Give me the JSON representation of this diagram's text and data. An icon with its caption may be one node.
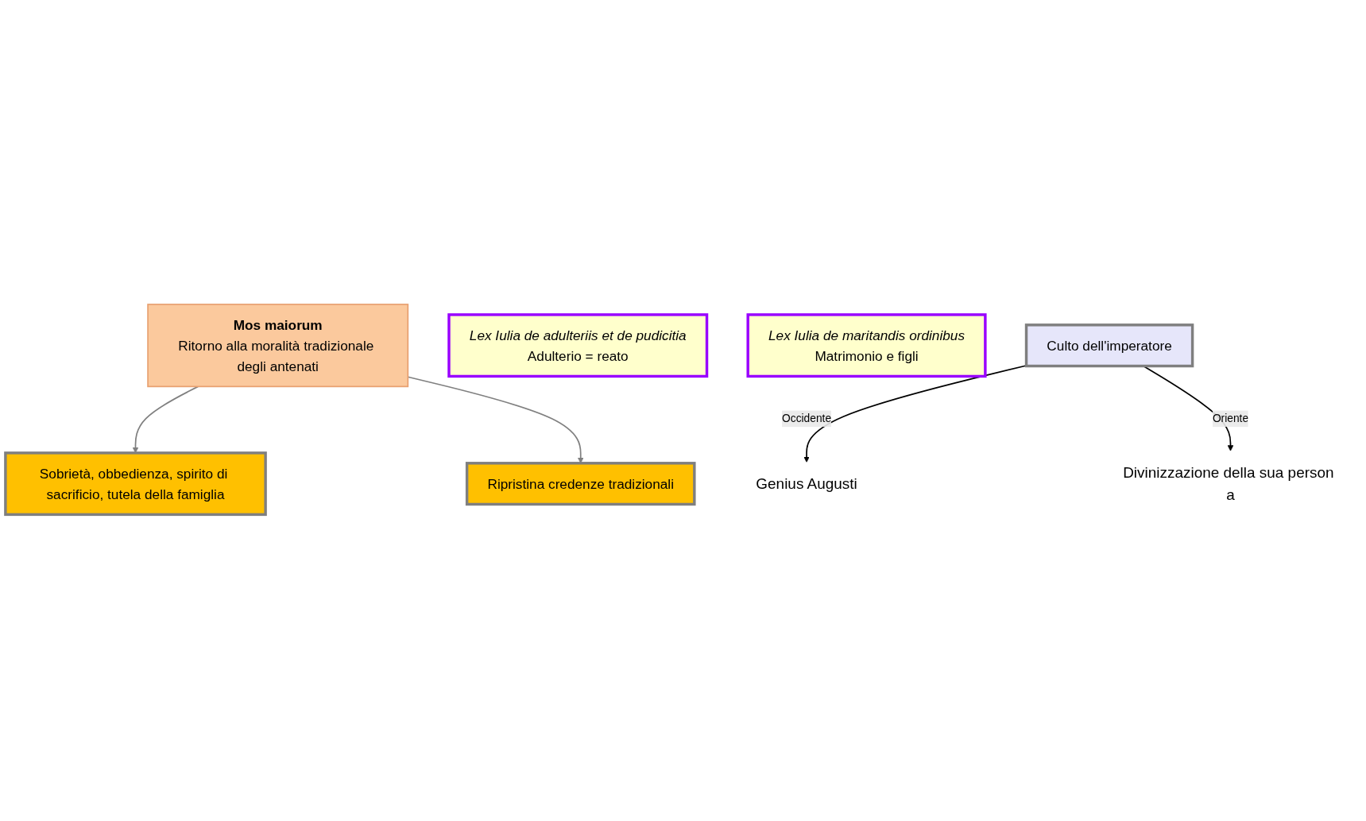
{
  "diagram": {
    "nodes": [
      {
        "text": [
          "Mos maiorum",
          "Ritorno alla moralità tradizionale degli antenati"
        ]
      },
      {
        "text": [
          "Sobrietà, obbedienza, spirito di sacrificio, tutela della famiglia"
        ]
      },
      {
        "text": [
          "Ripristina credenze tradizionali"
        ]
      },
      {
        "text": [
          "Lex Iulia de adulteriis et de pudicitia",
          "Adulterio = reato"
        ]
      },
      {
        "text": [
          "Lex Iulia de maritandis ordinibus",
          "Matrimonio e figli"
        ]
      },
      {
        "text": [
          "Culto dell'imperatore"
        ]
      },
      {
        "text": [
          "Genius Augusti"
        ]
      },
      {
        "text": [
          "Divinizzazione della sua person a"
        ]
      }
    ],
    "edges": [
      {
        "from": 0,
        "to": 1,
        "arrow": "to",
        "color": "#808080"
      },
      {
        "from": 0,
        "to": 2,
        "arrow": "to",
        "color": "#808080"
      },
      {
        "from": 5,
        "to": 6,
        "arrow": "to",
        "label": "Occidente",
        "color": "#000000"
      },
      {
        "from": 5,
        "to": 7,
        "arrow": "to",
        "label": "Oriente",
        "color": "#000000"
      }
    ]
  }
}
